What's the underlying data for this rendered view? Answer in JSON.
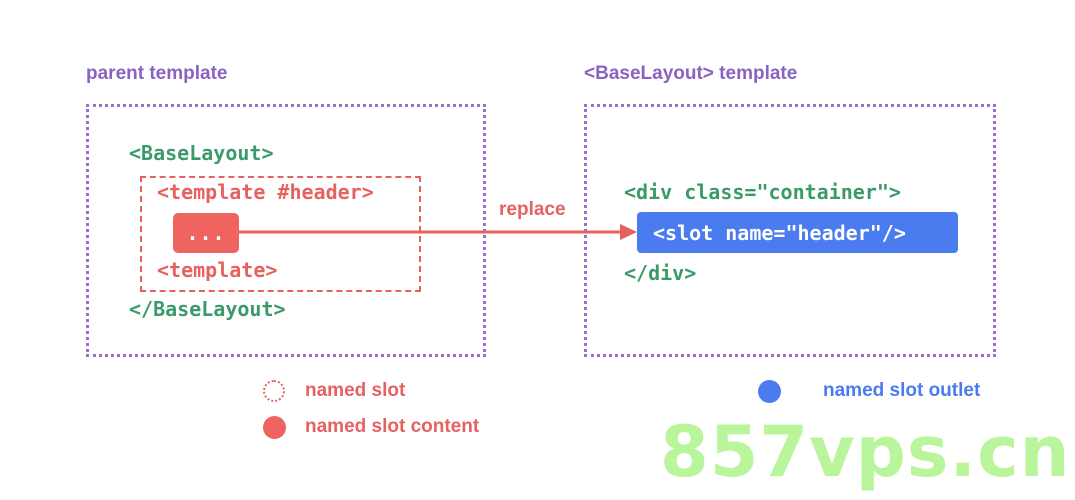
{
  "titles": {
    "left": "parent template",
    "right": "<BaseLayout> template"
  },
  "parent_code": {
    "baselayout_open": "<BaseLayout>",
    "template_header": "<template #header>",
    "content": "...",
    "template_close": "<template>",
    "baselayout_close": "</BaseLayout>"
  },
  "arrow_label": "replace",
  "layout_code": {
    "div_open": "<div class=\"container\">",
    "slot": "<slot name=\"header\"/>",
    "div_close": "</div>"
  },
  "legend": {
    "named_slot": "named slot",
    "named_slot_content": "named slot content",
    "named_slot_outlet": "named slot outlet"
  },
  "watermark": "857vps.cn",
  "colors": {
    "purple": "#8a63c1",
    "green": "#3b9a6a",
    "red": "#e56260",
    "blue": "#4a7cf0",
    "watermark": "#b9f59a"
  }
}
